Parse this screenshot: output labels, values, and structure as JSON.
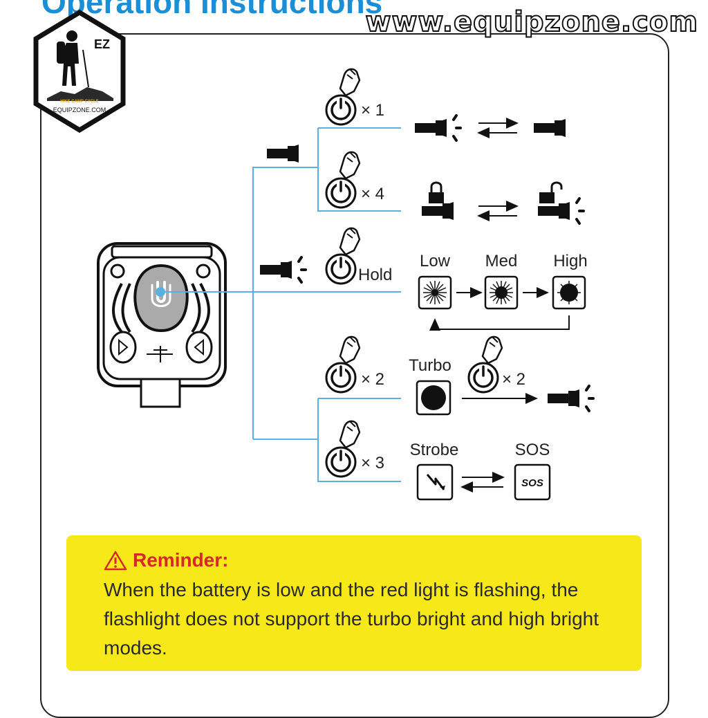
{
  "header": {
    "title": "Operation Instructions",
    "watermark": "www.equipzone.com"
  },
  "badge": {
    "initials": "EZ",
    "tagline": "HIKE CAMP CYCLE",
    "brand": "EQUIPZONE.COM"
  },
  "steps": {
    "press1": "× 1",
    "press4": "× 4",
    "hold": "Hold",
    "press2": "× 2",
    "press3": "× 3",
    "turbo_press2": "× 2"
  },
  "modes": {
    "low": "Low",
    "med": "Med",
    "high": "High",
    "turbo": "Turbo",
    "strobe": "Strobe",
    "sos": "SOS",
    "sos_icon_text": "SOS"
  },
  "reminder": {
    "title": "Reminder:",
    "body": "When the battery is low and the red light is flashing, the flashlight does not support the turbo bright and high bright modes."
  },
  "colors": {
    "accent_blue": "#1a8fd8",
    "line_blue": "#5ab0e0",
    "warning_red": "#d8262a",
    "reminder_bg": "#f7e81a"
  },
  "icons": [
    "power-button-icon",
    "finger-press-icon",
    "flashlight-off-icon",
    "flashlight-on-icon",
    "lock-icon",
    "unlock-icon",
    "swap-arrows-icon",
    "strobe-icon",
    "sos-icon",
    "warning-icon"
  ]
}
